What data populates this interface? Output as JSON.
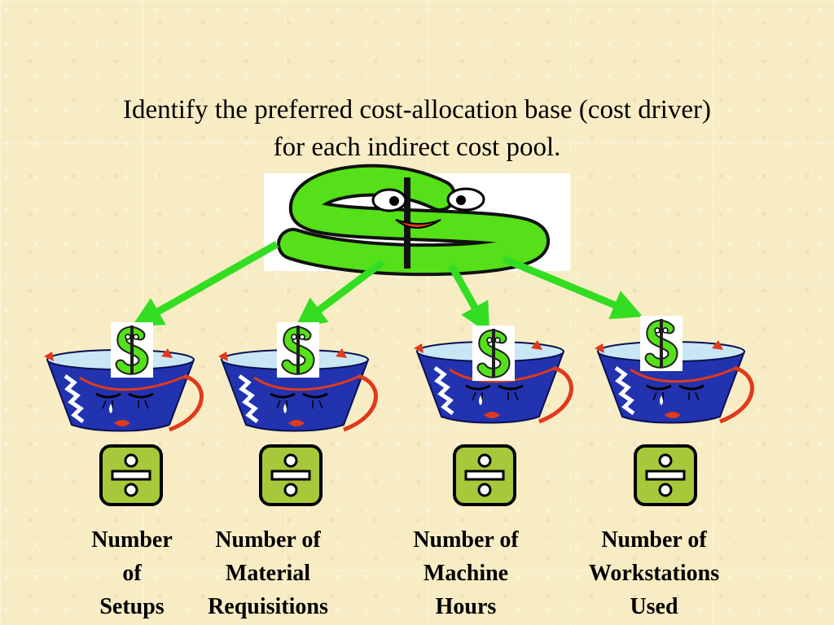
{
  "title": {
    "line1": "Identify the preferred cost-allocation base (cost driver)",
    "line2": "for each indirect cost pool."
  },
  "cost_drivers": [
    {
      "lines": [
        "Number",
        "of",
        "Setups"
      ]
    },
    {
      "lines": [
        "Number of",
        "Material",
        "Requisitions"
      ]
    },
    {
      "lines": [
        "Number of",
        "Machine",
        "Hours"
      ]
    },
    {
      "lines": [
        "Number of",
        "Workstations",
        "Used"
      ]
    }
  ],
  "icons": {
    "main": "smiling-dollar-sign-icon",
    "bucket": "crying-bucket-icon",
    "divide": "division-sign-icon",
    "arrow": "green-arrow-icon"
  },
  "colors": {
    "background": "#f8ecc4",
    "dollar_green": "#55e01a",
    "arrow_green": "#33dd22",
    "bucket_blue": "#2233b0",
    "divide_green": "#a6c83a",
    "ribbon_red": "#e03a1a"
  }
}
